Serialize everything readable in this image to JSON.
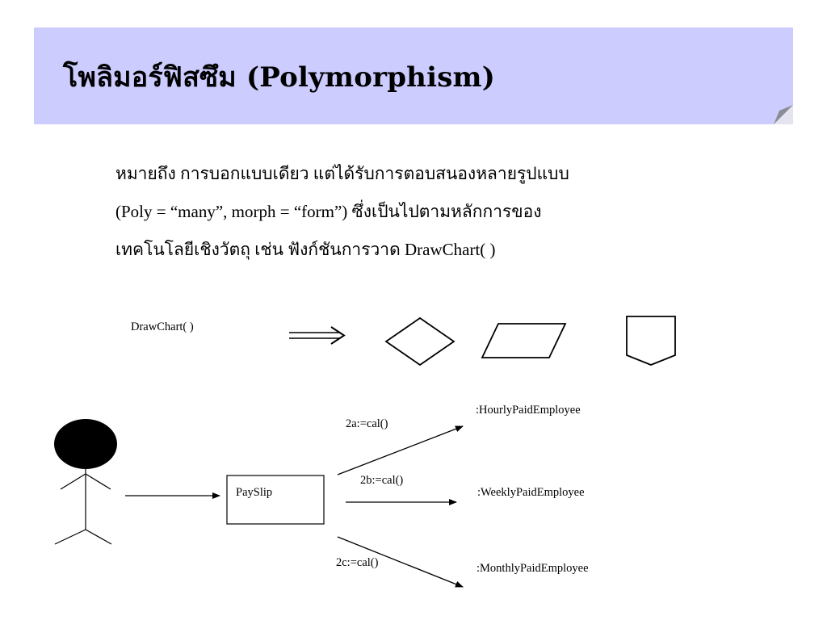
{
  "slide": {
    "title": "โพลิมอร์ฟิสซึม (Polymorphism)",
    "body_lines": [
      "หมายถึง การบอกแบบเดียว แต่ได้รับการตอบสนองหลายรูปแบบ",
      "(Poly = “many”, morph = “form”) ซึ่งเป็นไปตามหลักการของ",
      "เทคโนโลยีเชิงวัตถุ  เช่น ฟังก์ชันการวาด DrawChart( )"
    ]
  },
  "diagram": {
    "function_label": "DrawChart( )",
    "payslip_label": "PaySlip",
    "messages": {
      "a": "2a:=cal()",
      "b": "2b:=cal()",
      "c": "2c:=cal()"
    },
    "objects": {
      "hourly": ":HourlyPaidEmployee",
      "weekly": ":WeeklyPaidEmployee",
      "monthly": ":MonthlyPaidEmployee"
    }
  },
  "colors": {
    "title_band": "#ccccff",
    "fold_light": "#e4e4f0",
    "fold_dark": "#8c8c96"
  }
}
